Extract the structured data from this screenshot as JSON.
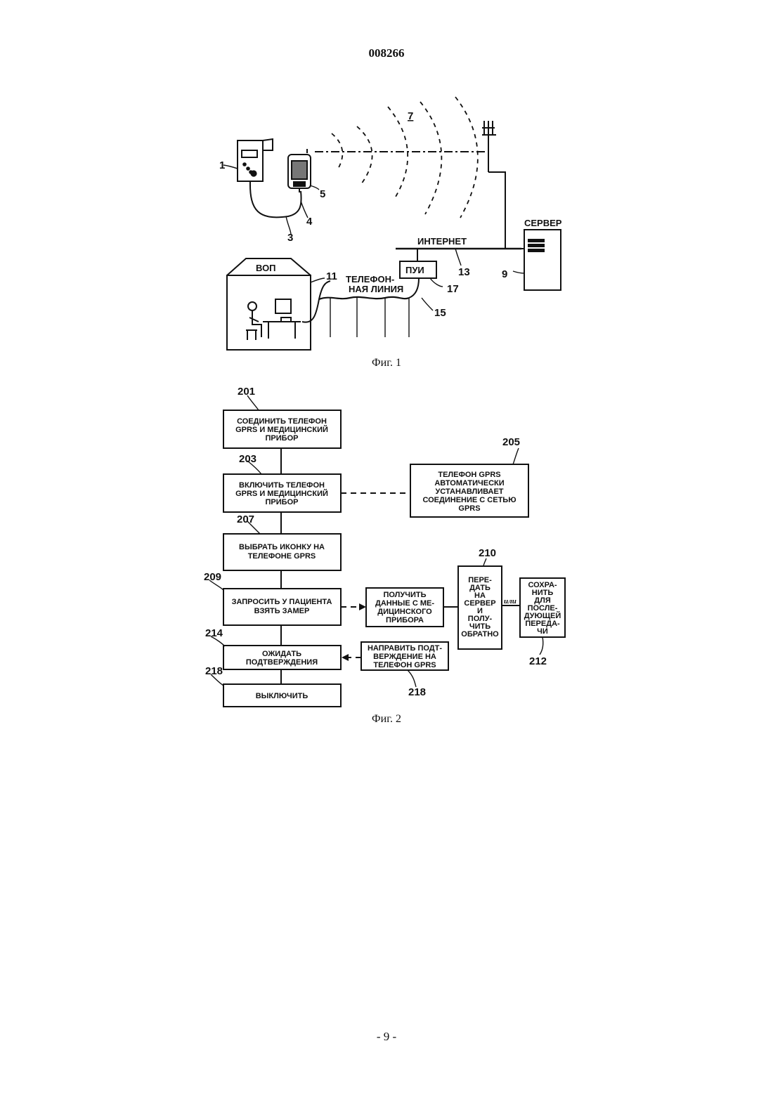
{
  "document_number": "008266",
  "page_number": "- 9 -",
  "figure1": {
    "caption": "Фиг. 1",
    "labels": {
      "ref_1": "1",
      "ref_3": "3",
      "ref_4": "4",
      "ref_5": "5",
      "ref_7": "7",
      "ref_9": "9",
      "ref_11": "11",
      "ref_13": "13",
      "ref_15": "15",
      "ref_17": "17",
      "server": "СЕРВЕР",
      "internet": "ИНТЕРНЕТ",
      "pui": "ПУИ",
      "vop": "ВОП",
      "phone_line_1": "ТЕЛЕФОН-",
      "phone_line_2": "НАЯ ЛИНИЯ"
    }
  },
  "figure2": {
    "caption": "Фиг. 2",
    "steps": {
      "s201": {
        "ref": "201",
        "lines": [
          "СОЕДИНИТЬ ТЕЛЕФОН",
          "GPRS И МЕДИЦИНСКИЙ",
          "ПРИБОР"
        ]
      },
      "s203": {
        "ref": "203",
        "lines": [
          "ВКЛЮЧИТЬ ТЕЛЕФОН",
          "GPRS И МЕДИЦИНСКИЙ",
          "ПРИБОР"
        ]
      },
      "s205": {
        "ref": "205",
        "lines": [
          "ТЕЛЕФОН GPRS",
          "АВТОМАТИЧЕСКИ",
          "УСТАНАВЛИВАЕТ",
          "СОЕДИНЕНИЕ С СЕТЬЮ",
          "GPRS"
        ]
      },
      "s207": {
        "ref": "207",
        "lines": [
          "ВЫБРАТЬ ИКОНКУ НА",
          "ТЕЛЕФОНЕ GPRS"
        ]
      },
      "s209": {
        "ref": "209",
        "lines": [
          "ЗАПРОСИТЬ У ПАЦИЕНТА",
          "ВЗЯТЬ ЗАМЕР"
        ]
      },
      "s_get": {
        "lines": [
          "ПОЛУЧИТЬ",
          "ДАННЫЕ С МЕ-",
          "ДИЦИНСКОГО",
          "ПРИБОРА"
        ]
      },
      "s210": {
        "ref": "210",
        "lines": [
          "ПЕРЕ-",
          "ДАТЬ",
          "НА",
          "СЕРВЕР",
          "И",
          "ПОЛУ-",
          "ЧИТЬ",
          "ОБРАТНО"
        ]
      },
      "s212": {
        "ref": "212",
        "lines": [
          "СОХРА-",
          "НИТЬ",
          "ДЛЯ",
          "ПОСЛЕ-",
          "ДУЮЩЕЙ",
          "ПЕРЕДА-",
          "ЧИ"
        ]
      },
      "s214": {
        "ref": "214",
        "lines": [
          "ОЖИДАТЬ",
          "ПОДТВЕРЖДЕНИЯ"
        ]
      },
      "s218a": {
        "ref": "218",
        "lines": [
          "НАПРАВИТЬ ПОДТ-",
          "ВЕРЖДЕНИЕ НА",
          "ТЕЛЕФОН GPRS"
        ]
      },
      "s218b": {
        "ref": "218",
        "lines": [
          "ВЫКЛЮЧИТЬ"
        ]
      }
    },
    "or_label": "или"
  }
}
